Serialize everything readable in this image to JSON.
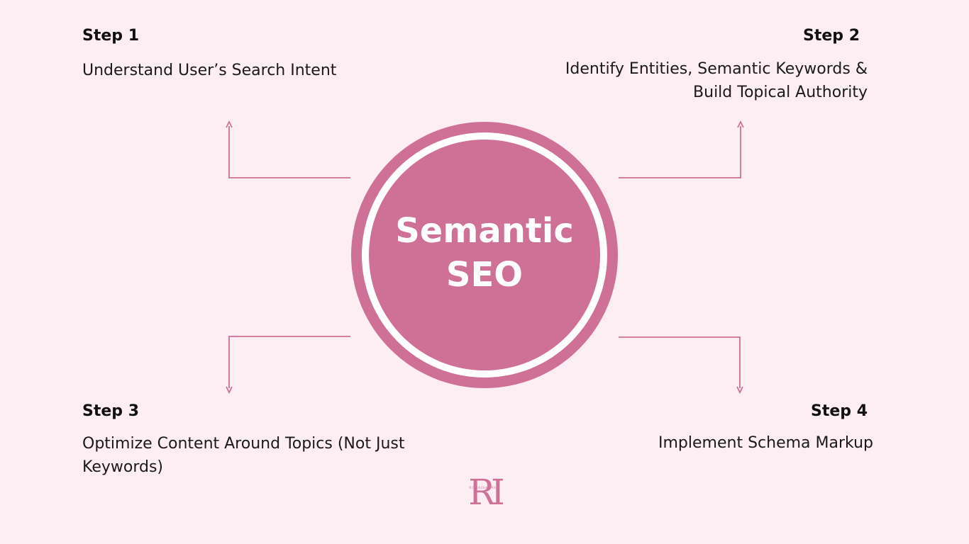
{
  "colors": {
    "background": "#fdeef3",
    "accent": "#cf7096",
    "ring": "#ffffff",
    "text": "#111111"
  },
  "center": {
    "line1": "Semantic",
    "line2": "SEO"
  },
  "steps": [
    {
      "title": "Step 1",
      "text": "Understand User’s Search Intent"
    },
    {
      "title": "Step 2",
      "text": "Identify Entities, Semantic Keywords & Build Topical Authority"
    },
    {
      "title": "Step 3",
      "text": "Optimize Content Around Topics (Not Just Keywords)"
    },
    {
      "title": "Step 4",
      "text": "Implement Schema Markup"
    }
  ],
  "logo": {
    "monogram": "RI",
    "name": "ROMAISA IRAM",
    "icon": "monogram-logo"
  }
}
